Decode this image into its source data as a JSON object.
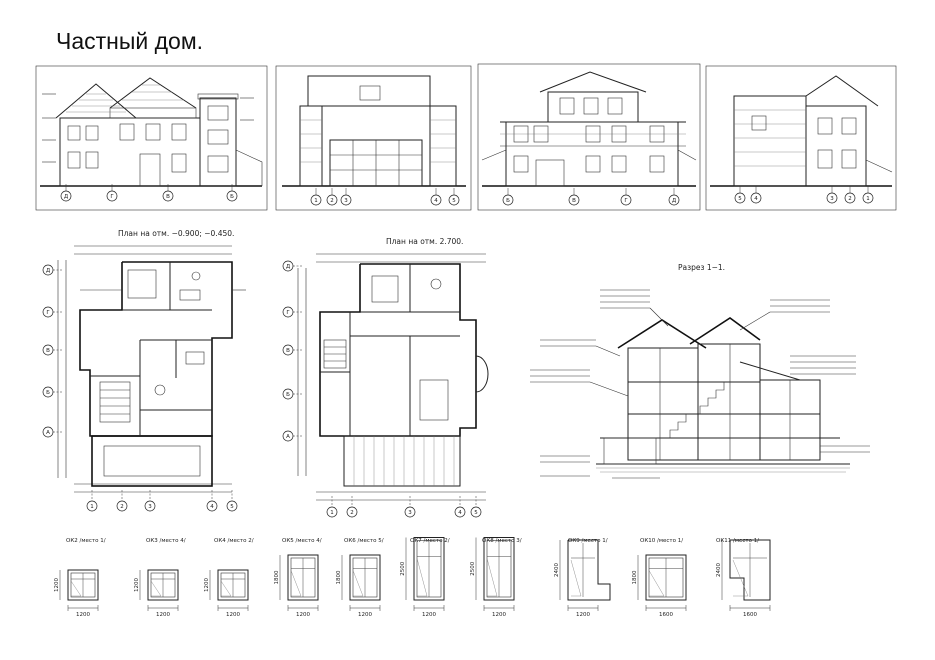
{
  "sheet": {
    "title": "Частный дом."
  },
  "elevations": [
    {
      "id": "elev-1",
      "axes": [
        "Д",
        "Г",
        "В",
        "Б"
      ]
    },
    {
      "id": "elev-2",
      "axes": [
        "1",
        "2",
        "3",
        "4",
        "5"
      ]
    },
    {
      "id": "elev-3",
      "axes": [
        "Б",
        "В",
        "Г",
        "Д"
      ]
    },
    {
      "id": "elev-4",
      "axes": [
        "5",
        "4",
        "3",
        "2",
        "1"
      ]
    }
  ],
  "plans": [
    {
      "id": "plan-1",
      "title": "План на отм. −0.900; −0.450.",
      "col_axes": [
        "1",
        "2",
        "3",
        "4",
        "5"
      ],
      "row_axes": [
        "Д",
        "Г",
        "В",
        "Б",
        "А"
      ]
    },
    {
      "id": "plan-2",
      "title": "План на отм. 2.700.",
      "col_axes": [
        "1",
        "2",
        "3",
        "4",
        "5"
      ],
      "row_axes": [
        "Д",
        "Г",
        "В",
        "Б",
        "А"
      ]
    }
  ],
  "section": {
    "title": "Разрез 1−1."
  },
  "windows": [
    {
      "label": "ОК2 /место 1/",
      "w": "1200",
      "h": "1200"
    },
    {
      "label": "ОК3 /место 4/",
      "w": "1200",
      "h": "1200"
    },
    {
      "label": "ОК4 /место 2/",
      "w": "1200",
      "h": "1200"
    },
    {
      "label": "ОК5 /место 4/",
      "w": "1200",
      "h": "1800"
    },
    {
      "label": "ОК6 /место 5/",
      "w": "1200",
      "h": "1800"
    },
    {
      "label": "ОК7 /место 2/",
      "w": "1200",
      "h": "2500"
    },
    {
      "label": "ОК8 /место 3/",
      "w": "1200",
      "h": "2500"
    },
    {
      "label": "ОК9 /место 1/",
      "w": "1200",
      "h": "2400"
    },
    {
      "label": "ОК10 /место 1/",
      "w": "1600",
      "h": "1800"
    },
    {
      "label": "ОК11 /место 1/",
      "w": "1600",
      "h": "2400"
    }
  ]
}
